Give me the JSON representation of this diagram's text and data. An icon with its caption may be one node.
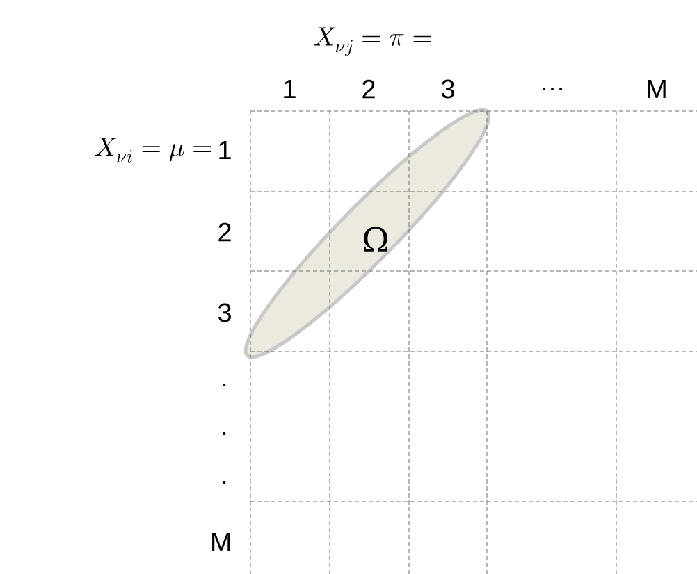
{
  "diagram": {
    "nodes": [
      {
        "text": [
          "Ω"
        ]
      }
    ],
    "edges": [],
    "labels": [
      "X_{\\nu j} = \\pi =",
      "1",
      "2",
      "3",
      "…",
      "M",
      "X_{\\nu i} = \\mu =",
      "1",
      "2",
      "3",
      ".",
      ".",
      ".",
      "M"
    ]
  }
}
